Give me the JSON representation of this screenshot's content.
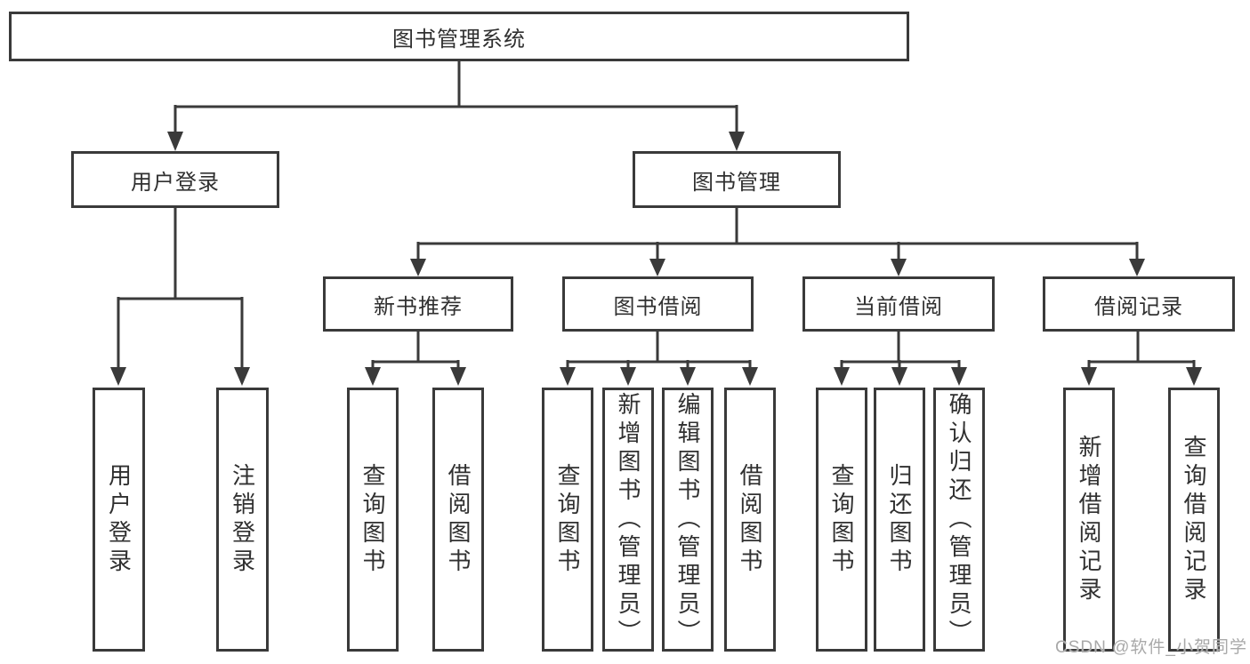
{
  "tree": {
    "root": {
      "label": "图书管理系统"
    },
    "branches": [
      {
        "label": "用户登录",
        "children": [
          {
            "label": "用户登录"
          },
          {
            "label": "注销登录"
          }
        ]
      },
      {
        "label": "图书管理",
        "groups": [
          {
            "label": "新书推荐",
            "children": [
              {
                "label": "查询图书"
              },
              {
                "label": "借阅图书"
              }
            ]
          },
          {
            "label": "图书借阅",
            "children": [
              {
                "label": "查询图书"
              },
              {
                "label": "新增图书（管理员）"
              },
              {
                "label": "编辑图书（管理员）"
              },
              {
                "label": "借阅图书"
              }
            ]
          },
          {
            "label": "当前借阅",
            "children": [
              {
                "label": "查询图书"
              },
              {
                "label": "归还图书"
              },
              {
                "label": "确认归还（管理员）"
              }
            ]
          },
          {
            "label": "借阅记录",
            "children": [
              {
                "label": "新增借阅记录"
              },
              {
                "label": "查询借阅记录"
              }
            ]
          }
        ]
      }
    ]
  },
  "watermark": {
    "text": "CSDN @软件_小贺同学"
  },
  "colors": {
    "line": "#3a3a3a",
    "text": "#303030",
    "watermark": "#a9a9a9",
    "background": "#ffffff"
  }
}
